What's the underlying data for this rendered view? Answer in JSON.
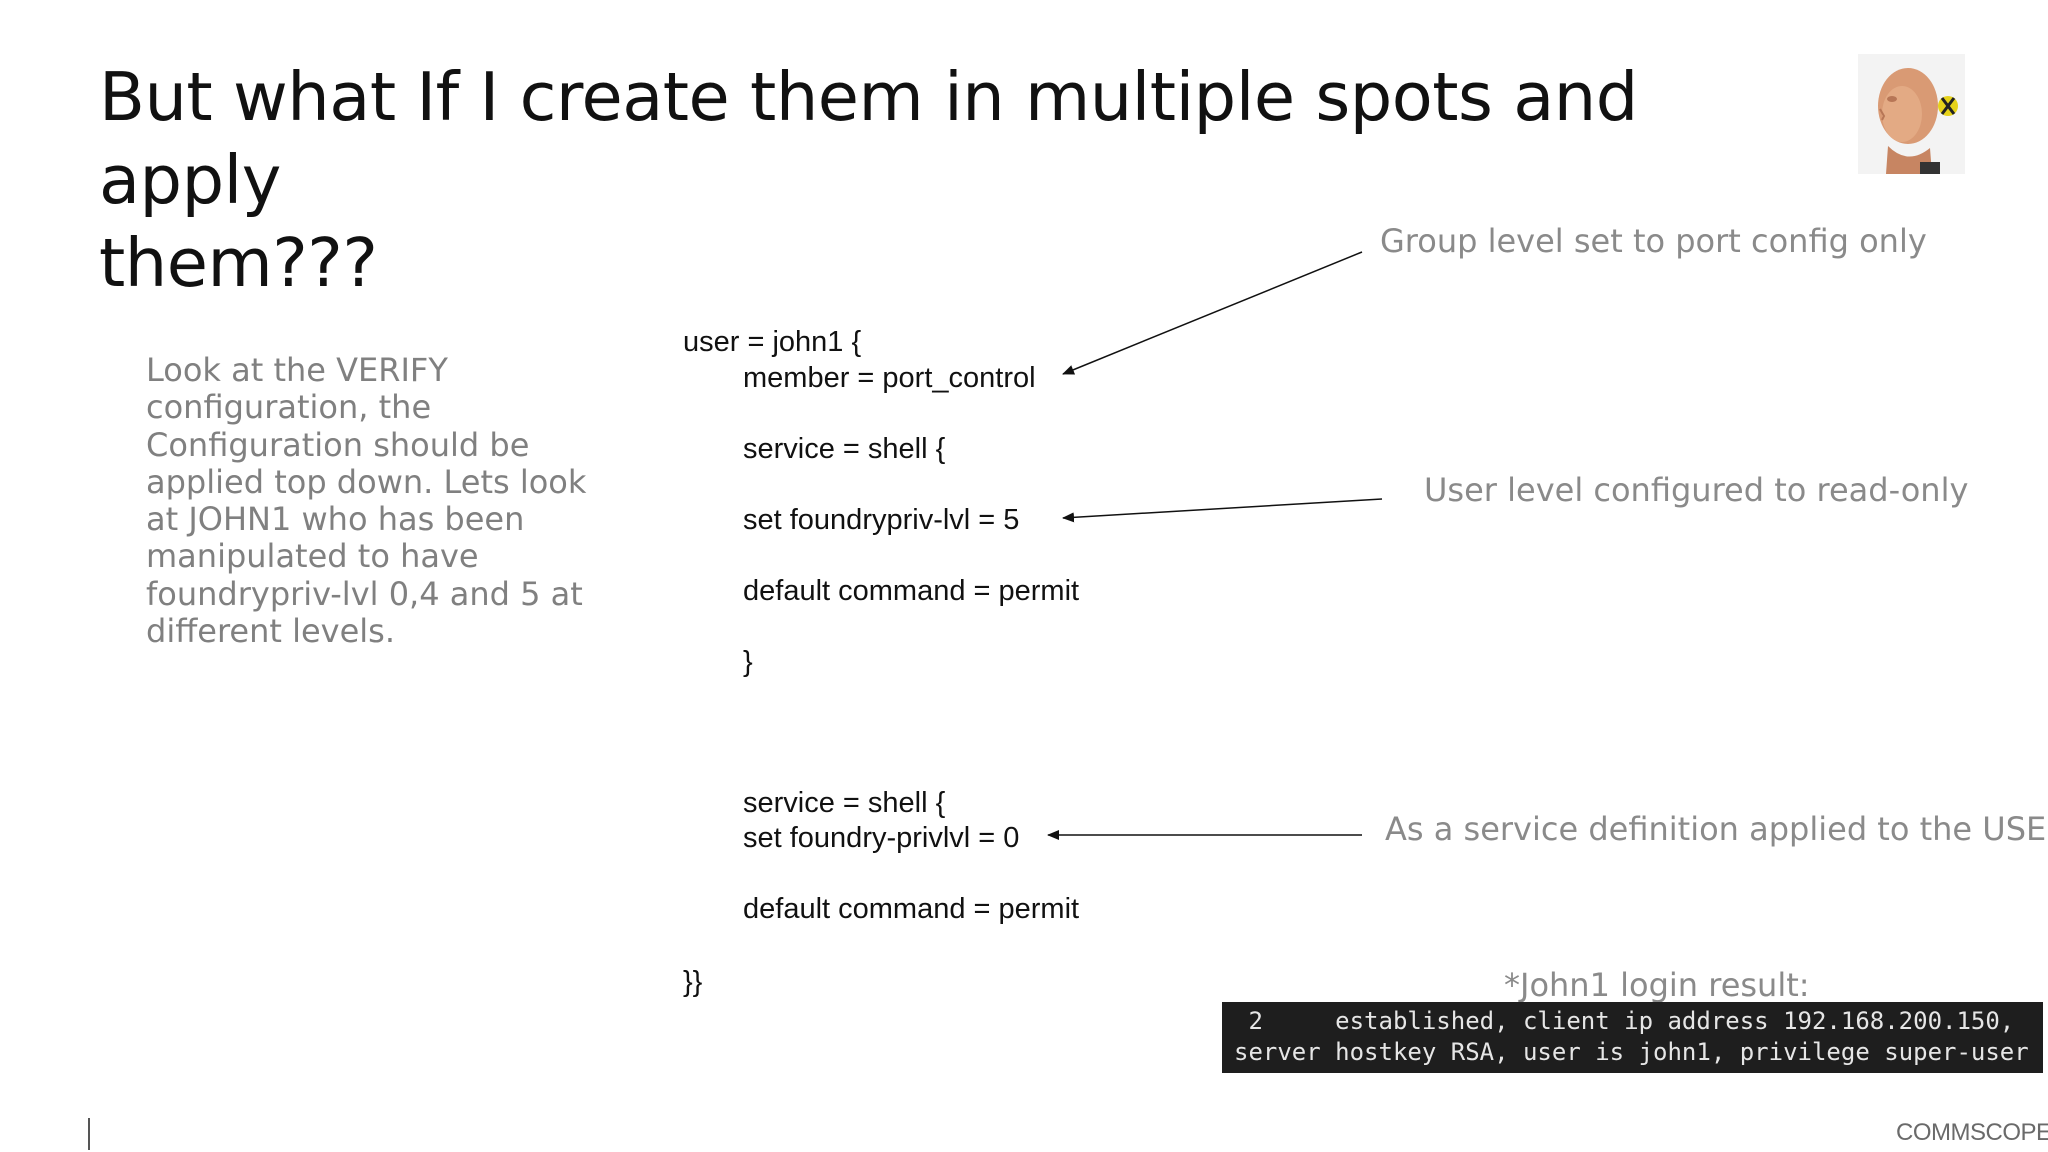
{
  "slide": {
    "title_line1": "But what If I create them in multiple spots and apply",
    "title_line2": "them???",
    "side_text": [
      "Look at the VERIFY",
      "configuration, the",
      "Configuration should be",
      "applied top down.  Lets look",
      "at JOHN1 who has been",
      "manipulated to have",
      "foundrypriv-lvl 0,4 and 5 at",
      "different levels."
    ],
    "code": {
      "user": "user = john1 {",
      "member": "member = port_control",
      "service1": "service = shell {",
      "set1": "set foundrypriv-lvl = 5",
      "default1": "default command = permit",
      "close1": "}",
      "service2": "service = shell {",
      "set2": "set foundry-privlvl = 0",
      "default2": "default command = permit",
      "close2": "}}"
    },
    "annotations": {
      "group": "Group level set to port config only",
      "user": "User level configured to read-only",
      "service": "As a service definition applied to the USER",
      "result": "*John1 login result:"
    },
    "terminal": {
      "line1": " 2     established, client ip address 192.168.200.150,",
      "line2": "server hostkey RSA, user is john1, privilege super-user"
    },
    "logo": "COMMSCOPE",
    "logo_mark": "®"
  }
}
